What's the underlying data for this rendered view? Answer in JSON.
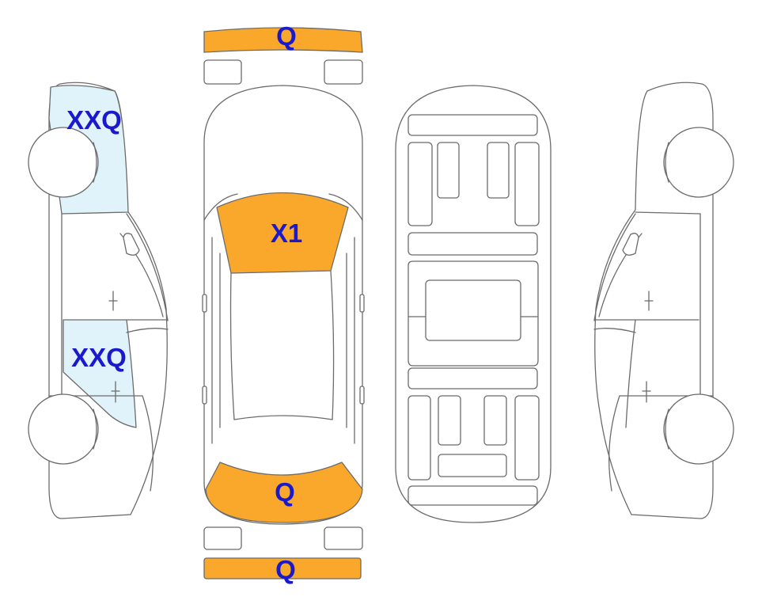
{
  "colors": {
    "damage_orange": "#f9a82c",
    "glass_blue": "#e0f3fa",
    "label_blue": "#1a1acc",
    "outline": "#6b6b6b"
  },
  "labels": {
    "front_bumper": "Q",
    "hood": "X1",
    "trunk": "Q",
    "rear_bumper": "Q",
    "left_upper_panel": "XXQ",
    "left_lower_panel": "XXQ"
  }
}
